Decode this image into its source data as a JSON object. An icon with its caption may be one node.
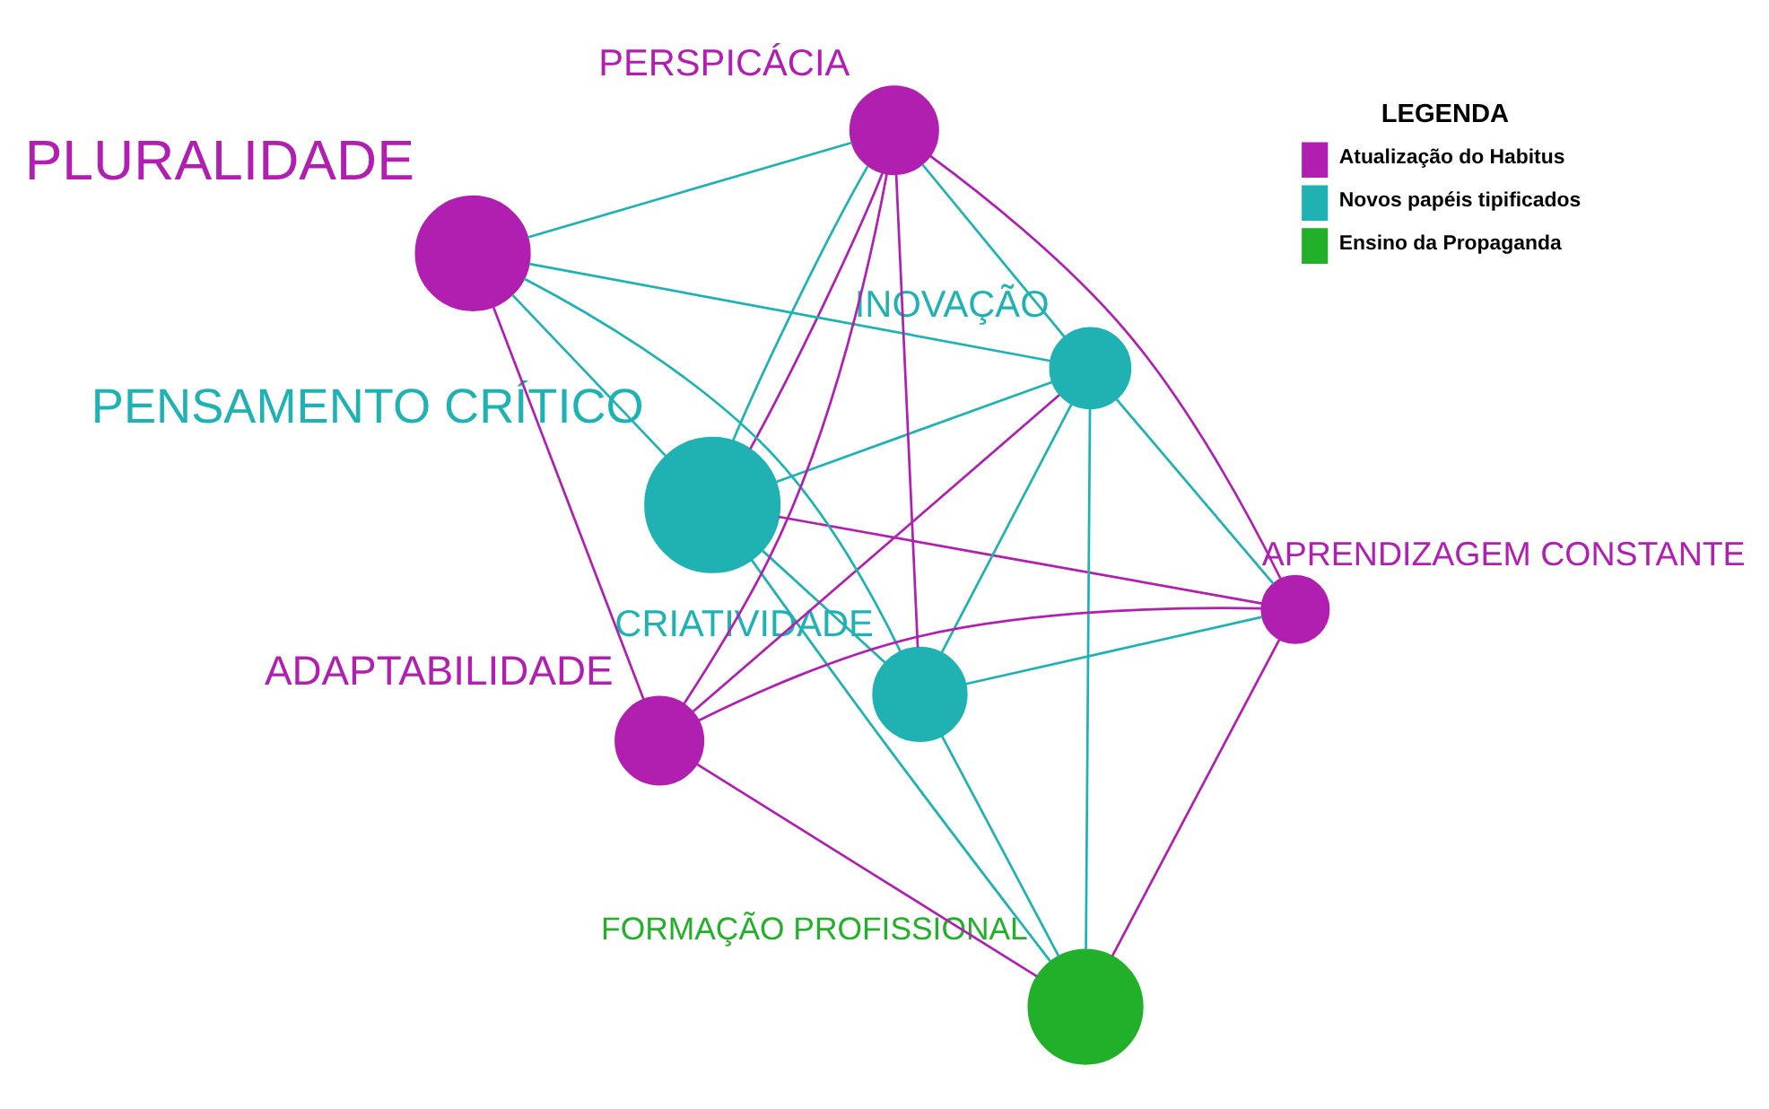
{
  "diagram": {
    "nodes": [
      {
        "text": [
          "PENSAMENTO CRÍTICO"
        ]
      },
      {
        "text": [
          "INOVAÇÃO"
        ]
      },
      {
        "text": [
          "CRIATIVIDADE"
        ]
      },
      {
        "text": [
          "PLURALIDADE"
        ]
      },
      {
        "text": [
          "APRENDIZAGEM CONSTANTE"
        ]
      },
      {
        "text": [
          "PERSPICÁCIA"
        ]
      },
      {
        "text": [
          "ADAPTABILIDADE"
        ]
      },
      {
        "text": [
          "FORMAÇÃO PROFISSIONAL"
        ]
      }
    ],
    "edges": [
      {
        "from": 0,
        "to": 1,
        "arrow": "none"
      },
      {
        "from": 0,
        "to": 4,
        "arrow": "none",
        "color": "#b01fb0"
      },
      {
        "from": 0,
        "to": 2,
        "arrow": "none"
      },
      {
        "from": 0,
        "to": 5,
        "arrow": "none"
      },
      {
        "from": 0,
        "to": 5,
        "arrow": "none",
        "color": "#b01fb0"
      },
      {
        "from": 0,
        "to": 3,
        "arrow": "none"
      },
      {
        "from": 0,
        "to": 7,
        "arrow": "none"
      },
      {
        "from": 2,
        "to": 1,
        "arrow": "none"
      },
      {
        "from": 2,
        "to": 4,
        "arrow": "none"
      },
      {
        "from": 2,
        "to": 3,
        "arrow": "none"
      },
      {
        "from": 2,
        "to": 7,
        "arrow": "none"
      },
      {
        "from": 2,
        "to": 5,
        "arrow": "none",
        "color": "#b01fb0"
      },
      {
        "from": 1,
        "to": 3,
        "arrow": "none"
      },
      {
        "from": 1,
        "to": 5,
        "arrow": "none"
      },
      {
        "from": 1,
        "to": 6,
        "arrow": "none",
        "color": "#b01fb0"
      },
      {
        "from": 1,
        "to": 7,
        "arrow": "none"
      },
      {
        "from": 1,
        "to": 4,
        "arrow": "none"
      },
      {
        "from": 3,
        "to": 5,
        "arrow": "none"
      },
      {
        "from": 3,
        "to": 6,
        "arrow": "none",
        "color": "#b01fb0"
      },
      {
        "from": 4,
        "to": 5,
        "arrow": "none",
        "color": "#b01fb0"
      },
      {
        "from": 4,
        "to": 6,
        "arrow": "none",
        "color": "#b01fb0"
      },
      {
        "from": 4,
        "to": 7,
        "arrow": "none",
        "color": "#b01fb0"
      },
      {
        "from": 6,
        "to": 5,
        "arrow": "none",
        "color": "#b01fb0"
      },
      {
        "from": 6,
        "to": 7,
        "arrow": "none",
        "color": "#b01fb0"
      }
    ],
    "labels": [
      "LEGENDA"
    ],
    "legend": [
      {
        "text": "Atualização do Habitus",
        "color": "#b01fb0"
      },
      {
        "text": "Novos papéis tipificados",
        "color": "#20b2b2"
      },
      {
        "text": "Ensino da Propaganda",
        "color": "#22b02a"
      }
    ]
  }
}
